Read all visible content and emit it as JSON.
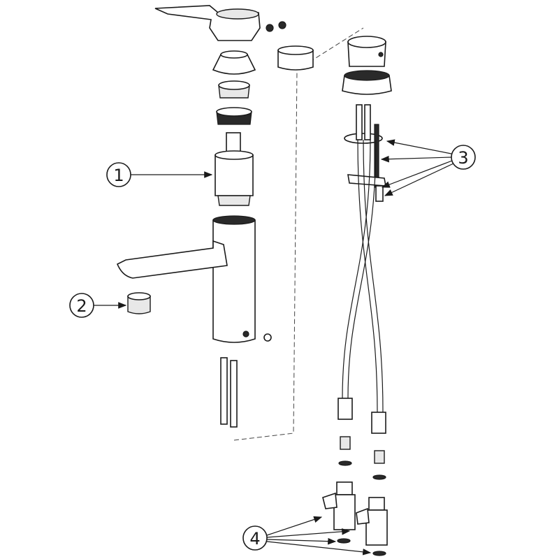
{
  "diagram": {
    "callouts": [
      {
        "label": "1",
        "part": "cartridge"
      },
      {
        "label": "2",
        "part": "aerator"
      },
      {
        "label": "3",
        "part": "mounting-kit"
      },
      {
        "label": "4",
        "part": "angle-valves"
      }
    ]
  }
}
